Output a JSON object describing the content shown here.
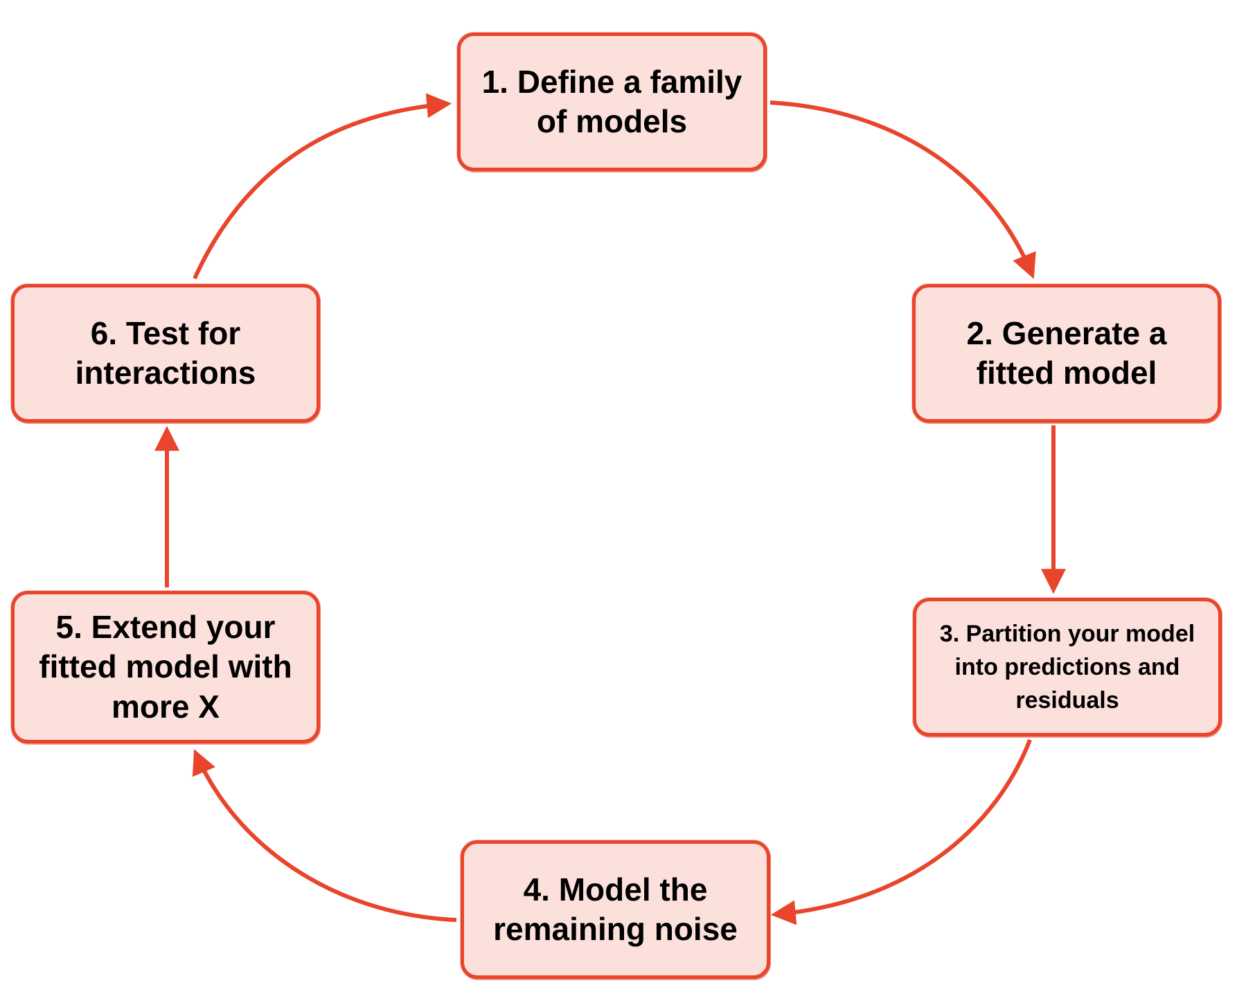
{
  "diagram": {
    "accent_color": "#e8452c",
    "box_fill": "#fbe0dc",
    "text_color": "#000000",
    "steps": [
      {
        "id": "step-1",
        "label": "1. Define a family of models"
      },
      {
        "id": "step-2",
        "label": "2. Generate a fitted model"
      },
      {
        "id": "step-3",
        "label": "3. Partition your model into predictions and residuals"
      },
      {
        "id": "step-4",
        "label": "4. Model the remaining noise"
      },
      {
        "id": "step-5",
        "label": "5. Extend your fitted model with more X"
      },
      {
        "id": "step-6",
        "label": "6. Test for interactions"
      }
    ],
    "edges": [
      {
        "from": "step-1",
        "to": "step-2"
      },
      {
        "from": "step-2",
        "to": "step-3"
      },
      {
        "from": "step-3",
        "to": "step-4"
      },
      {
        "from": "step-4",
        "to": "step-5"
      },
      {
        "from": "step-5",
        "to": "step-6"
      },
      {
        "from": "step-6",
        "to": "step-1"
      }
    ]
  }
}
